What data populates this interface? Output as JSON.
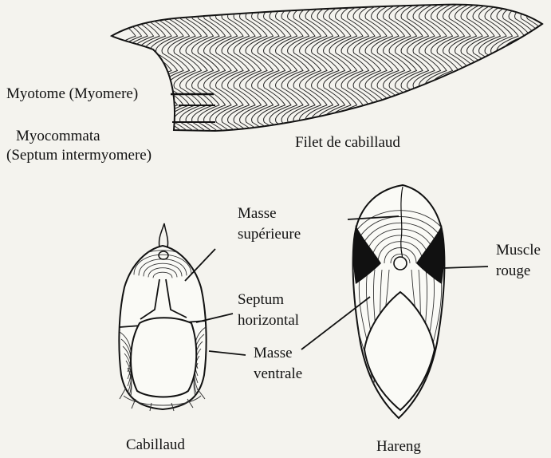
{
  "labels": {
    "myotome": "Myotome (Myomere)",
    "myocommata_1": "Myocommata",
    "myocommata_2": "(Septum intermyomere)",
    "filet": "Filet de cabillaud",
    "masse_sup_1": "Masse",
    "masse_sup_2": "supérieure",
    "muscle_rouge_1": "Muscle",
    "muscle_rouge_2": "rouge",
    "septum_1": "Septum",
    "septum_2": "horizontal",
    "masse_ventrale_1": "Masse",
    "masse_ventrale_2": "ventrale",
    "cabillaud": "Cabillaud",
    "hareng": "Hareng"
  }
}
